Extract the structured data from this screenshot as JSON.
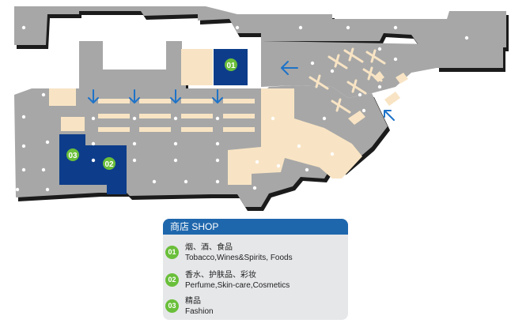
{
  "colors": {
    "floor": "#a7a7a7",
    "floor_shadow": "#1b1b1b",
    "counter": "#f8e4c4",
    "highlight_zone": "#0d3d8a",
    "badge": "#6abf3a",
    "arrow": "#1e73c8",
    "legend_header": "#1f67ad",
    "legend_bg": "#e6e7e9",
    "dot": "#ffffff"
  },
  "map": {
    "zones": [
      {
        "id": "01",
        "name": "zone-01",
        "icon": "number-badge"
      },
      {
        "id": "02",
        "name": "zone-02",
        "icon": "number-badge"
      },
      {
        "id": "03",
        "name": "zone-03",
        "icon": "number-badge"
      }
    ],
    "arrow_icons": [
      "arrow-left-icon",
      "arrow-down-icon",
      "arrow-down-icon",
      "arrow-down-icon",
      "arrow-down-icon",
      "arrow-up-left-icon"
    ]
  },
  "legend": {
    "title": "商店 SHOP",
    "items": [
      {
        "badge": "01",
        "cn": "烟、酒、食品",
        "en": "Tobacco,Wines&Spirits, Foods"
      },
      {
        "badge": "02",
        "cn": "香水、护肤品、彩妆",
        "en": "Perfume,Skin-care,Cosmetics"
      },
      {
        "badge": "03",
        "cn": "精品",
        "en": "Fashion"
      }
    ]
  }
}
